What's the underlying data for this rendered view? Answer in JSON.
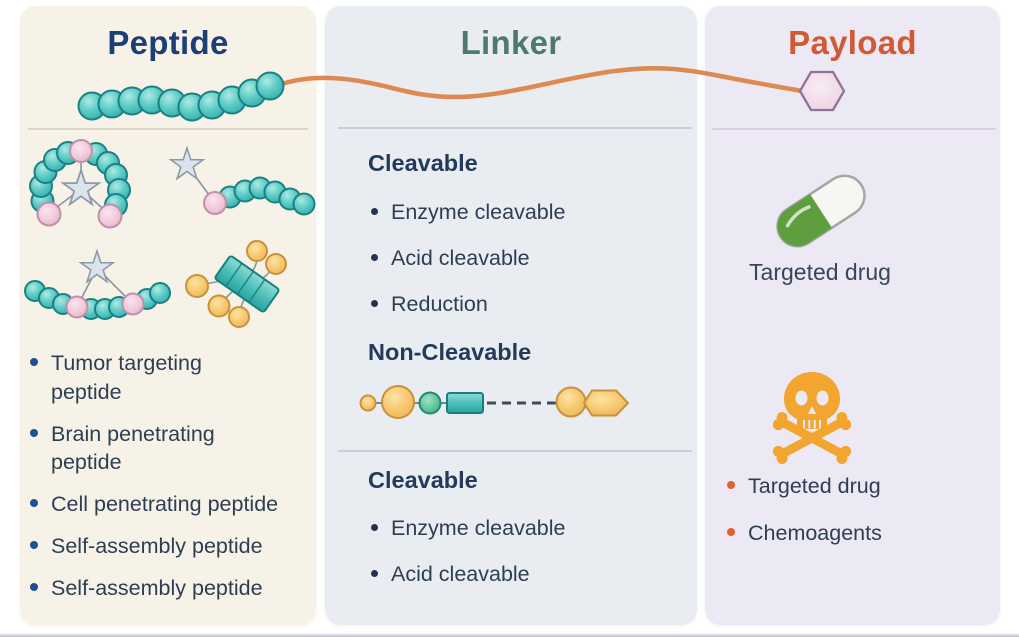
{
  "palette": {
    "peptide_bg": "#f7f2e8",
    "linker_bg": "#e9edf1",
    "payload_bg": "#ece8f4",
    "peptide_title_color": "#1c3f78",
    "linker_title_color": "#4e7a6e",
    "payload_title_color": "#cf5a33",
    "heading_text": "#243a5a",
    "body_text": "#2e3e52",
    "bullet_blue": "#1d5191",
    "bullet_navy": "#22344d",
    "bullet_orange": "#e0622d",
    "bead_teal": "#47c2be",
    "bead_pink": "#f0c9da",
    "bead_yellow": "#f6c468",
    "star_gray": "#dce3ea",
    "connector_orange": "#dd8a52",
    "hexagon_pink": "#f3dcea",
    "capsule_green": "#5f9e3f",
    "skull_amber": "#f2a52f"
  },
  "columns": {
    "peptide": {
      "title": "Peptide",
      "items": [
        "Tumor targeting peptide",
        "Brain penetrating peptide",
        "Cell penetrating peptide",
        "Self-assembly peptide",
        "Self-assembly peptide"
      ]
    },
    "linker": {
      "title": "Linker",
      "sections": [
        {
          "heading": "Cleavable",
          "items": [
            "Enzyme cleavable",
            "Acid cleavable",
            "Reduction"
          ]
        },
        {
          "heading": "Non-Cleavable",
          "items": []
        },
        {
          "heading": "Cleavable",
          "items": [
            "Enzyme cleavable",
            "Acid cleavable"
          ]
        }
      ]
    },
    "payload": {
      "title": "Payload",
      "drug_label": "Targeted drug",
      "items": [
        "Targeted drug",
        "Chemoagents"
      ]
    }
  },
  "icons": {
    "peptide_chain": "bead-chain-icon",
    "linker_connector": "wavy-connector-line",
    "payload_node": "hexagon-icon",
    "targeting_motif": "star-icon",
    "targeted_drug": "capsule-icon",
    "toxin": "skull-crossbones-icon"
  }
}
